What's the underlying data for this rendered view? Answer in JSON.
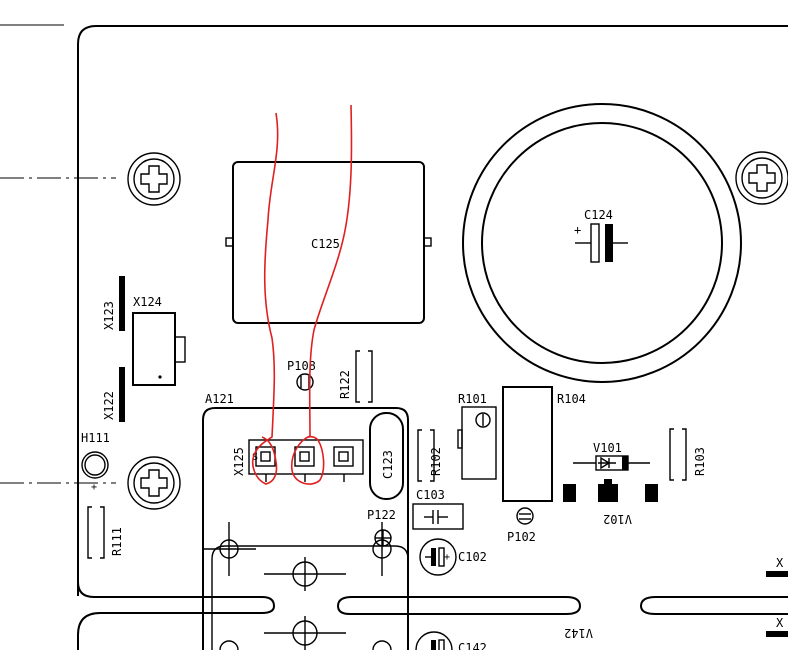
{
  "components": {
    "c125": "C125",
    "c124": "C124",
    "x124": "X124",
    "x123": "X123",
    "x122": "X122",
    "p108": "P108",
    "r122": "R122",
    "a121": "A121",
    "h111": "H111",
    "x125": "X125",
    "c123": "C123",
    "r102": "R102",
    "r101": "R101",
    "r104": "R104",
    "v101": "V101",
    "r103": "R103",
    "c103": "C103",
    "p122": "P122",
    "p102": "P102",
    "v102": "V102",
    "c102": "C102",
    "r111": "R111",
    "v142": "V142",
    "c142_partial": "C142",
    "x_right_top": "X",
    "x_right_bottom": "X"
  },
  "colors": {
    "outline": "#000000",
    "annotation_wires": "#e02020",
    "background": "#ffffff"
  },
  "icons": {
    "mounting_screw": "screw-head-icon",
    "electrolytic_capacitor": "polarized-capacitor-icon",
    "diode": "diode-icon",
    "potentiometer": "trimmer-icon",
    "test_point": "test-point-icon"
  }
}
